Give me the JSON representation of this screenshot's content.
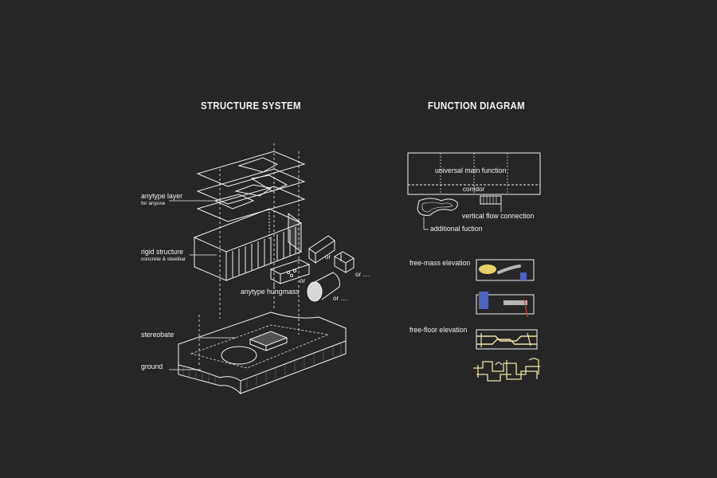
{
  "structure": {
    "title": "STRUCTURE SYSTEM",
    "layer": {
      "label": "anytype layer",
      "sub": "for anyuse"
    },
    "rigid": {
      "label": "rigid structure",
      "sub": "concrete & steelbar"
    },
    "hungmass": "anytype hungmass",
    "or1": "or",
    "or2": "or",
    "or3": "or",
    "dots1": "or ....",
    "dots2": "or ....",
    "stereobate": "stereobate",
    "ground": "ground"
  },
  "function": {
    "title": "FUNCTION DIAGRAM",
    "main": "universal main function",
    "corridor": "corridor",
    "vertical": "vertical flow connection",
    "additional": "additional fuction",
    "free_mass": "free-mass elevation",
    "free_floor": "free-floor elevation"
  },
  "colors": {
    "background": "#262626",
    "line": "#f2f2f2",
    "yellow": "#e8d06a",
    "blue": "#4f63c0",
    "red": "#d33a32",
    "grey": "#b5b5b5",
    "pale_yellow": "#efe2a8"
  }
}
